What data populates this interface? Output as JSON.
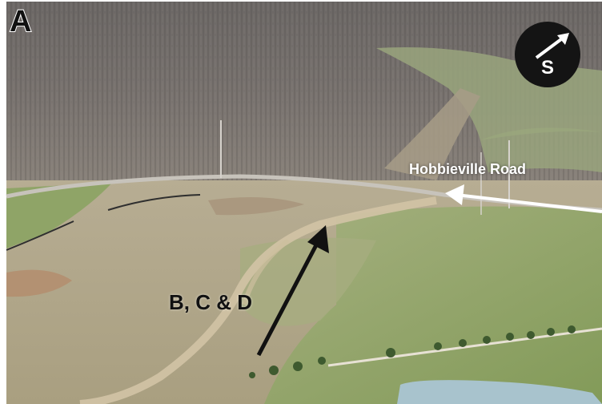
{
  "figure": {
    "panel_letter": "A",
    "road_label": "Hobbieville Road",
    "area_label": "B, C & D",
    "compass_letter": "S"
  },
  "colors": {
    "forest": "#6f6a66",
    "field": "#b9ae92",
    "grass": "#97a871",
    "pond": "#a8c3cd",
    "arrow_dark": "#111111",
    "arrow_light": "#ffffff"
  },
  "icons": {
    "compass": "north-arrow-icon",
    "arrow": "arrow-icon"
  }
}
